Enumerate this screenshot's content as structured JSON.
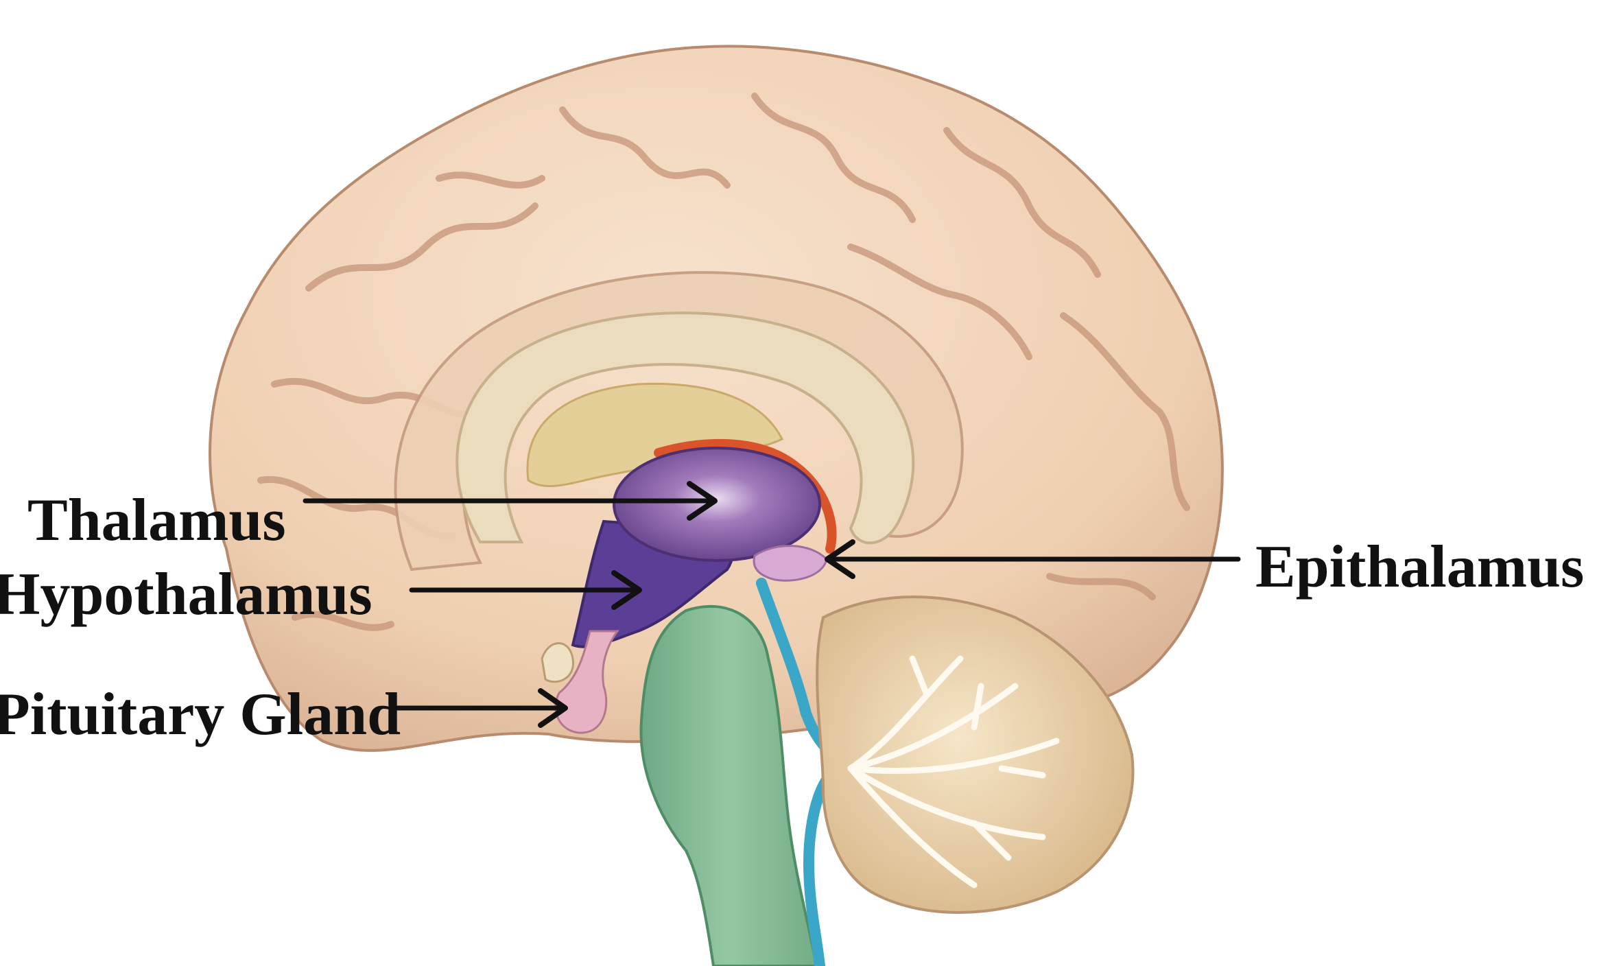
{
  "labels": {
    "thalamus": "Thalamus",
    "hypothalamus": "Hypothalamus",
    "pituitary": "Pituitary Gland",
    "epithalamus": "Epithalamus"
  },
  "colors": {
    "cortex": "#f1d2b6",
    "cortex_shadow": "#c9a084",
    "corpus_callosum": "#eadcbc",
    "ventricle": "#e4cf98",
    "thalamus": "#8a5aa6",
    "hypothalamus": "#5b3f96",
    "pituitary": "#e6b2c4",
    "brainstem": "#8cbf9a",
    "cerebellum": "#ecd7b0",
    "ventricle_blue": "#3aa7c9",
    "pineal_edge": "#d9542a"
  }
}
